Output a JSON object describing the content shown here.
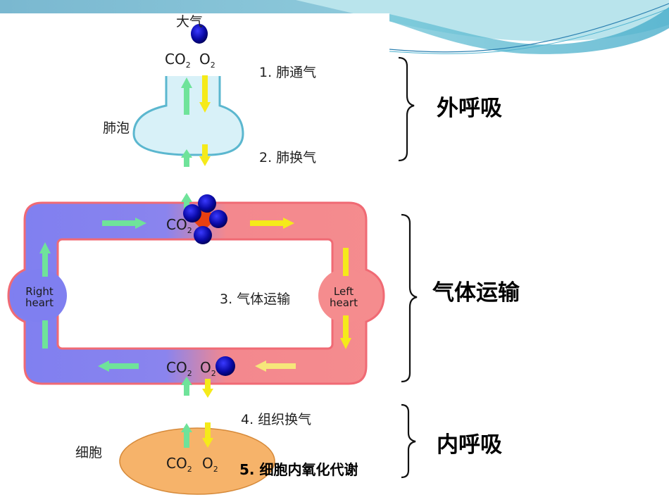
{
  "slide": {
    "colors": {
      "header_blue": "#7fbfd6",
      "wave_light": "#a8dde8",
      "venous_blue": "#7f7ff0",
      "arterial_red": "#f58c8e",
      "vessel_border": "#f06a74",
      "alveolus_fill": "#d8f1f8",
      "alveolus_border": "#5bb7cf",
      "cell_fill": "#f6b36a",
      "co2_arrow": "#6fe39a",
      "o2_arrow": "#f5ea1a",
      "molecule_blue": "#0a0aa0",
      "molecule_core": "#e84010"
    }
  },
  "diagram": {
    "atmosphere_label": "大气",
    "alveolus_label": "肺泡",
    "cell_label": "细胞",
    "right_heart_label_line1": "Right",
    "right_heart_label_line2": "heart",
    "left_heart_label_line1": "Left",
    "left_heart_label_line2": "heart",
    "gas_co2": "CO",
    "gas_o2": "O",
    "subscript": "2",
    "steps": [
      {
        "label": "1. 肺通气"
      },
      {
        "label": "2. 肺换气"
      },
      {
        "label": "3. 气体运输"
      },
      {
        "label": "4. 组织换气"
      },
      {
        "label": "5. 细胞内氧化代谢"
      }
    ]
  },
  "categories": [
    {
      "label": "外呼吸"
    },
    {
      "label": "气体运输"
    },
    {
      "label": "内呼吸"
    }
  ]
}
